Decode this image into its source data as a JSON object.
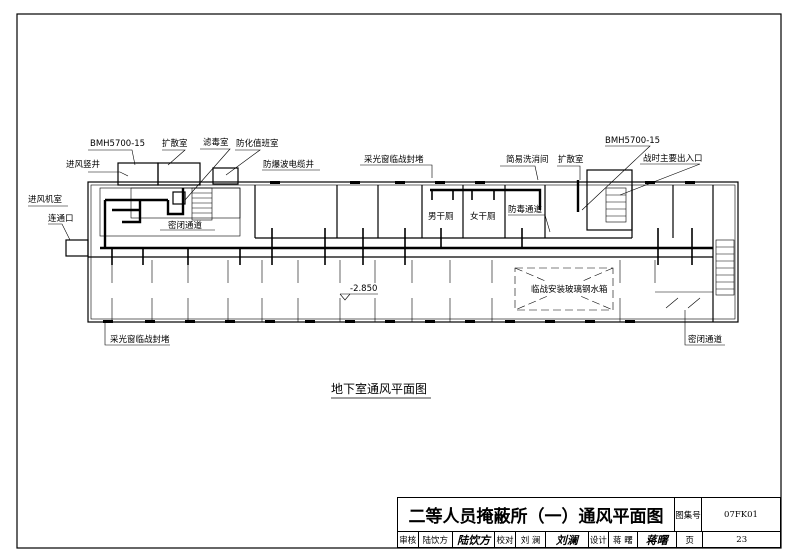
{
  "drawing": {
    "title": "地下室通风平面图",
    "elevation": "-2.850",
    "labels": {
      "bmh_left": "BMH5700-15",
      "diffusion_left": "扩散室",
      "filter_room": "滤毒室",
      "duty_room": "防化值班室",
      "intake_shaft": "进风竖井",
      "cable_shaft": "防爆波电缆井",
      "window_seal_top": "采光窗临战封堵",
      "intake_fan_room": "进风机室",
      "connection_door": "连通口",
      "airlock_left": "密闭通道",
      "simple_decon": "简易洗消间",
      "diffusion_right": "扩散室",
      "bmh_right": "BMH5700-15",
      "main_entrance": "战时主要出入口",
      "male_toilet": "男干厕",
      "female_toilet": "女干厕",
      "gas_proof_passage": "防毒通道",
      "water_tank": "临战安装玻璃钢水箱",
      "window_seal_bottom": "采光窗临战封堵",
      "airlock_right": "密闭通道"
    }
  },
  "title_block": {
    "main_title": "二等人员掩蔽所（一）通风平面图",
    "atlas_no_label": "图集号",
    "atlas_no": "07FK01",
    "page_label": "页",
    "page": "23",
    "review_label": "审核",
    "reviewer": "陆饮方",
    "reviewer_sig": "陆饮方",
    "check_label": "校对",
    "checker": "刘 澜",
    "checker_sig": "刘澜",
    "design_label": "设计",
    "designer": "蒋 曙",
    "designer_sig": "蒋曙"
  }
}
